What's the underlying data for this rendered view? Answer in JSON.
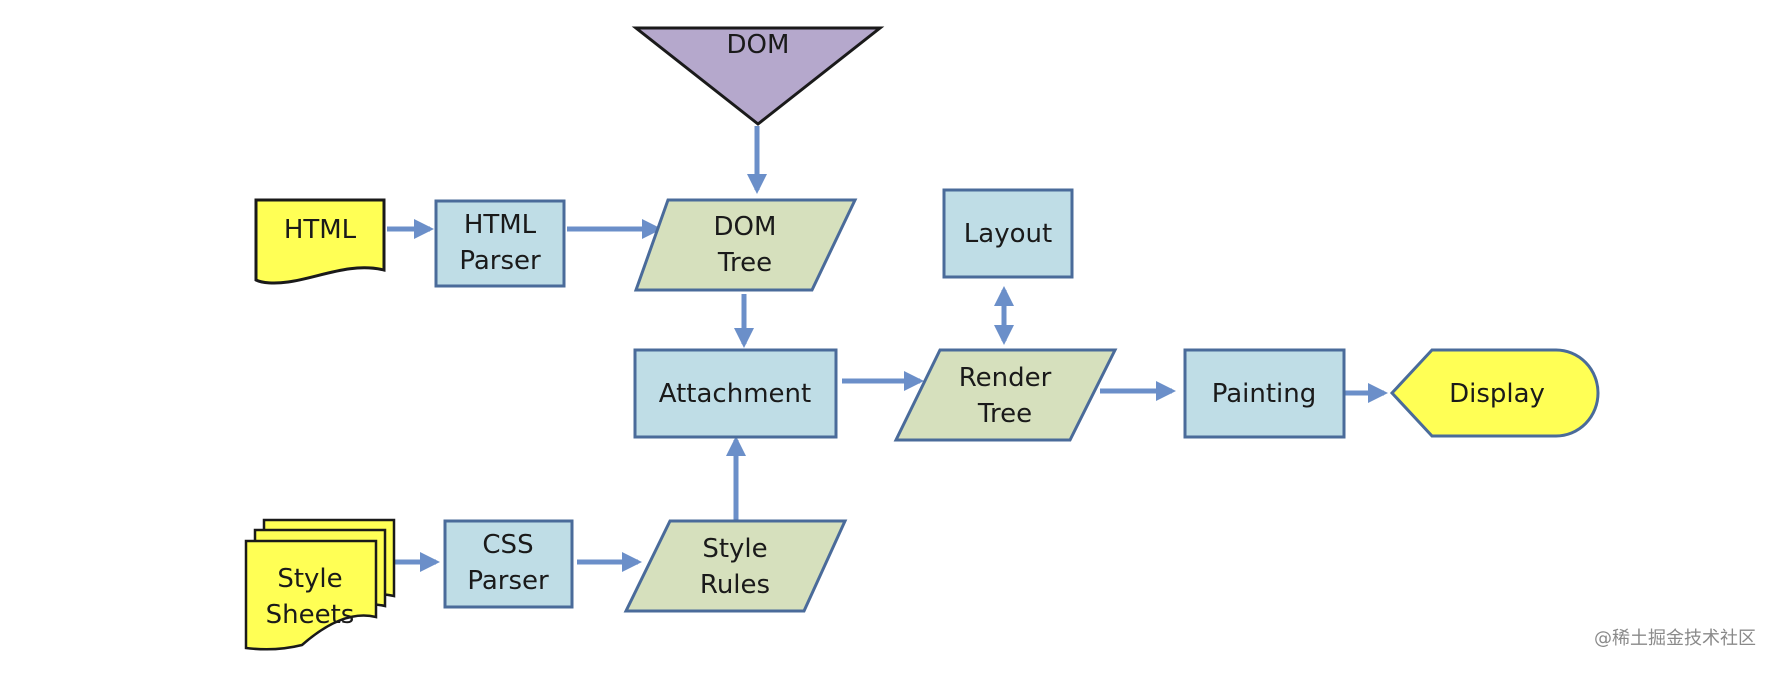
{
  "diagram": {
    "nodes": {
      "dom": {
        "lines": [
          "DOM"
        ]
      },
      "html": {
        "lines": [
          "HTML"
        ]
      },
      "html_parser": {
        "lines": [
          "HTML",
          "Parser"
        ]
      },
      "dom_tree": {
        "lines": [
          "DOM",
          "Tree"
        ]
      },
      "layout": {
        "lines": [
          "Layout"
        ]
      },
      "attachment": {
        "lines": [
          "Attachment"
        ]
      },
      "render_tree": {
        "lines": [
          "Render",
          "Tree"
        ]
      },
      "painting": {
        "lines": [
          "Painting"
        ]
      },
      "display": {
        "lines": [
          "Display"
        ]
      },
      "style_sheets": {
        "lines": [
          "Style",
          "Sheets"
        ]
      },
      "css_parser": {
        "lines": [
          "CSS",
          "Parser"
        ]
      },
      "style_rules": {
        "lines": [
          "Style",
          "Rules"
        ]
      }
    },
    "edges": [
      [
        "dom",
        "dom_tree"
      ],
      [
        "html",
        "html_parser"
      ],
      [
        "html_parser",
        "dom_tree"
      ],
      [
        "dom_tree",
        "attachment"
      ],
      [
        "style_sheets",
        "css_parser"
      ],
      [
        "css_parser",
        "style_rules"
      ],
      [
        "style_rules",
        "attachment"
      ],
      [
        "attachment",
        "render_tree"
      ],
      [
        "render_tree",
        "layout",
        "bidirectional"
      ],
      [
        "render_tree",
        "painting"
      ],
      [
        "painting",
        "display"
      ]
    ]
  },
  "colors": {
    "process_fill": "#bfdde6",
    "data_fill": "#d6e0bd",
    "document_fill": "#ffff55",
    "dom_fill": "#b5a8cc",
    "stroke": "#4a6b9a",
    "arrow": "#6b8fc9"
  },
  "watermark": "@稀土掘金技术社区"
}
